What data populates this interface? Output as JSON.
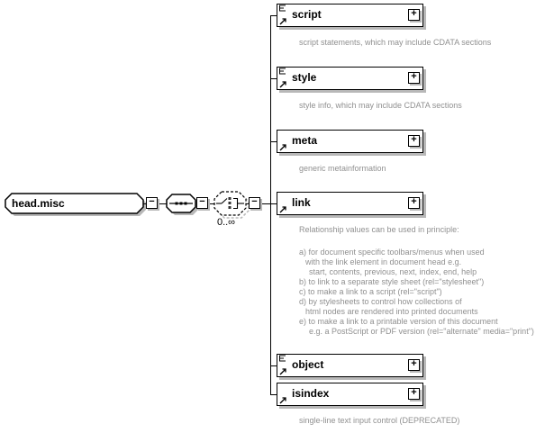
{
  "root": {
    "label": "head.misc"
  },
  "occurrence": {
    "label": "0..∞"
  },
  "icons": {
    "expand": "+",
    "collapse": "−"
  },
  "elements": [
    {
      "name": "script",
      "annotation": "script statements, which may include CDATA sections"
    },
    {
      "name": "style",
      "annotation": "style info, which may include CDATA sections"
    },
    {
      "name": "meta",
      "annotation": "generic metainformation"
    },
    {
      "name": "link",
      "annotation_lines": [
        "Relationship values can be used in principle:",
        "a) for document specific toolbars/menus when used",
        "with the link element in document head e.g.",
        "start, contents, previous, next, index, end, help",
        "b) to link to a separate style sheet (rel=\"stylesheet\")",
        "c) to make a link to a script (rel=\"script\")",
        "d) by stylesheets to control how collections of",
        "html nodes are rendered into printed documents",
        "e) to make a link to a printable version of this document",
        "e.g. a PostScript or PDF version (rel=\"alternate\" media=\"print\")"
      ]
    },
    {
      "name": "object"
    },
    {
      "name": "isindex",
      "annotation": "single-line text input control (DEPRECATED)"
    }
  ],
  "colors": {
    "annotation": "#909090",
    "shadow": "#b8b8b8",
    "outline": "#000000",
    "background": "#ffffff"
  }
}
